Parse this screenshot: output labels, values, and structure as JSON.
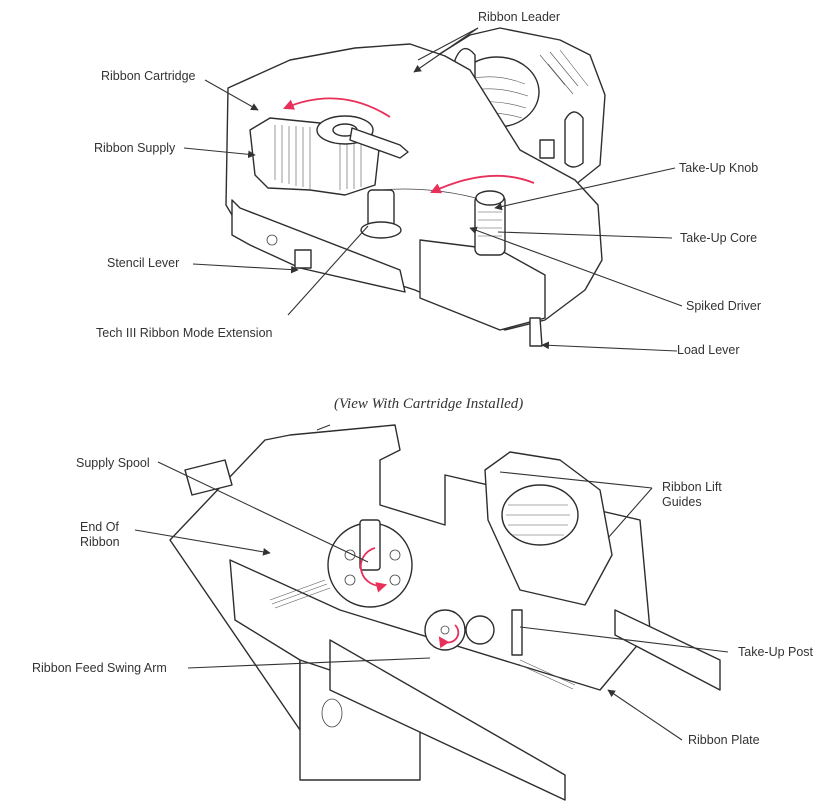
{
  "figure": {
    "top_view": {
      "labels": {
        "ribbon_leader": "Ribbon Leader",
        "ribbon_cartridge": "Ribbon Cartridge",
        "ribbon_supply": "Ribbon Supply",
        "take_up_knob": "Take-Up Knob",
        "take_up_core": "Take-Up Core",
        "stencil_lever": "Stencil Lever",
        "spiked_driver": "Spiked Driver",
        "tech_iii_ribbon_mode_extension": "Tech III Ribbon Mode Extension",
        "load_lever": "Load Lever"
      }
    },
    "caption": "(View With Cartridge Installed)",
    "bottom_view": {
      "labels": {
        "supply_spool": "Supply Spool",
        "end_of_ribbon_line1": "End Of",
        "end_of_ribbon_line2": "Ribbon",
        "ribbon_lift_guides_line1": "Ribbon Lift",
        "ribbon_lift_guides_line2": "Guides",
        "take_up_post": "Take-Up Post",
        "ribbon_feed_swing_arm": "Ribbon Feed Swing Arm",
        "ribbon_plate": "Ribbon Plate"
      }
    },
    "colors": {
      "line_art": "#2e2e2e",
      "direction_arrows": "#e8305a",
      "background": "#ffffff"
    }
  }
}
